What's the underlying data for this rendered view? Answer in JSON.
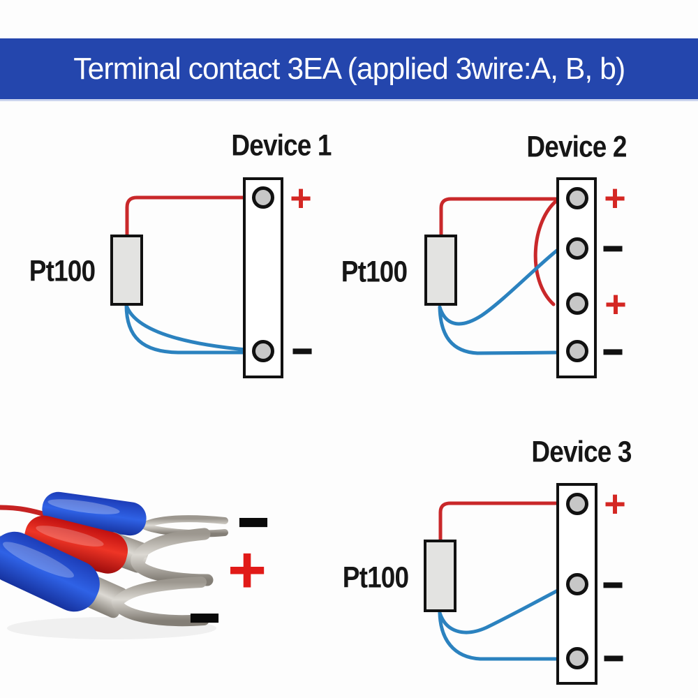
{
  "banner": {
    "title": "Terminal contact 3EA (applied 3wire:A, B, b)",
    "bg_color": "#2446ad",
    "text_color": "#ffffff"
  },
  "colors": {
    "wire_red": "#c9282a",
    "wire_blue": "#2b82bf",
    "terminal_fill": "#c7c7c7",
    "outline_black": "#111111",
    "sign_red": "#d42723",
    "sensor_fill": "#e3e3e1",
    "photo_sleeve_blue": "#2746d6",
    "photo_sleeve_red": "#e62019",
    "photo_metal": "#c6c2ba"
  },
  "devices": [
    {
      "title": "Device 1",
      "sensor_label": "Pt100",
      "terminals": [
        {
          "sign": "+"
        },
        {
          "sign": "−"
        }
      ],
      "connections": [
        {
          "wire": "red",
          "from": "sensor-top",
          "to": "terminal-1"
        },
        {
          "wire": "blue",
          "from": "sensor-bottom",
          "to": "terminal-2"
        },
        {
          "wire": "blue",
          "from": "sensor-bottom",
          "to": "terminal-2"
        }
      ]
    },
    {
      "title": "Device 2",
      "sensor_label": "Pt100",
      "terminals": [
        {
          "sign": "+"
        },
        {
          "sign": "−"
        },
        {
          "sign": "+"
        },
        {
          "sign": "−"
        }
      ],
      "connections": [
        {
          "wire": "red",
          "from": "sensor-top",
          "to": "terminal-1"
        },
        {
          "wire": "red",
          "from": "terminal-1",
          "to": "terminal-3"
        },
        {
          "wire": "blue",
          "from": "sensor-bottom",
          "to": "terminal-2"
        },
        {
          "wire": "blue",
          "from": "sensor-bottom",
          "to": "terminal-4"
        }
      ]
    },
    {
      "title": "Device 3",
      "sensor_label": "Pt100",
      "terminals": [
        {
          "sign": "+"
        },
        {
          "sign": "−"
        },
        {
          "sign": "−"
        }
      ],
      "connections": [
        {
          "wire": "red",
          "from": "sensor-top",
          "to": "terminal-1"
        },
        {
          "wire": "blue",
          "from": "sensor-bottom",
          "to": "terminal-2"
        },
        {
          "wire": "blue",
          "from": "sensor-bottom",
          "to": "terminal-3"
        }
      ]
    }
  ],
  "photo": {
    "description": "crimp fork terminals: blue, red, blue sleeves with silver spade forks",
    "labels": [
      {
        "sign": "−"
      },
      {
        "sign": "+"
      },
      {
        "sign": "−"
      }
    ]
  }
}
